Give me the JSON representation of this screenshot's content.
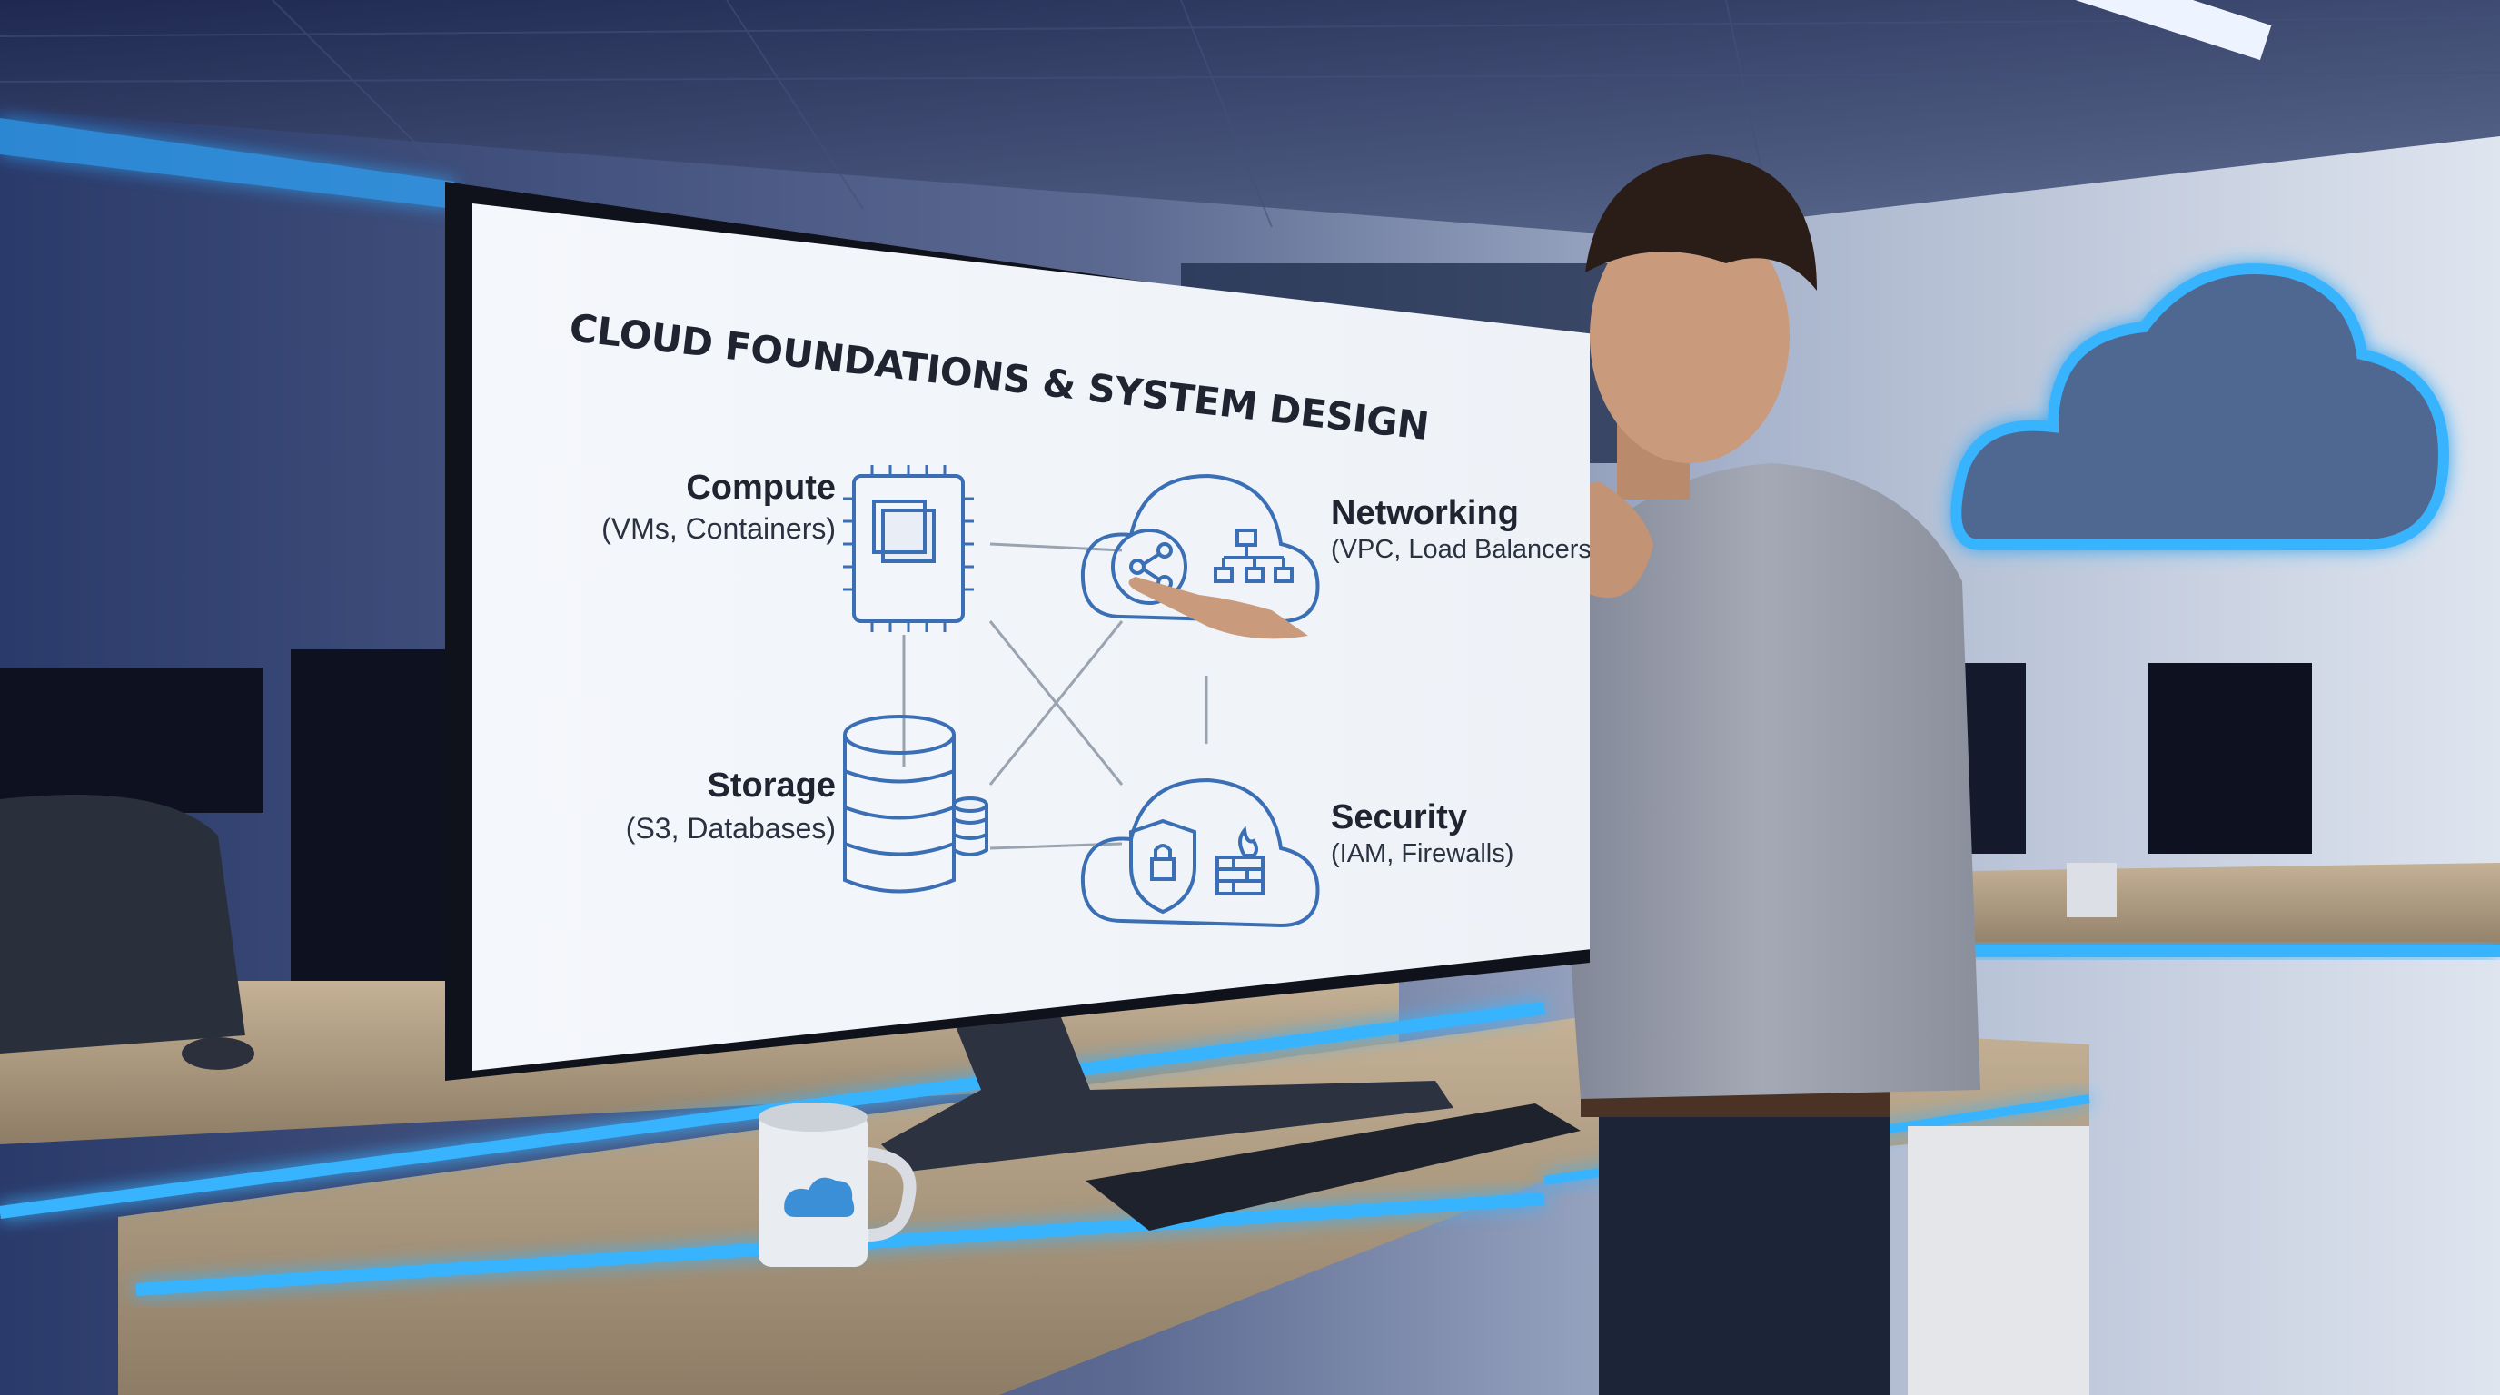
{
  "slide": {
    "title": "CLOUD FOUNDATIONS & SYSTEM DESIGN",
    "nodes": [
      {
        "id": "compute",
        "title": "Compute",
        "subtitle": "(VMs, Containers)",
        "icon": "cpu-chip-icon"
      },
      {
        "id": "networking",
        "title": "Networking",
        "subtitle": "(VPC, Load Balancers)",
        "icon": "network-cloud-icon"
      },
      {
        "id": "storage",
        "title": "Storage",
        "subtitle": "(S3, Databases)",
        "icon": "database-icon"
      },
      {
        "id": "security",
        "title": "Security",
        "subtitle": "(IAM, Firewalls)",
        "icon": "lock-shield-cloud-icon"
      }
    ]
  },
  "colors": {
    "diagram_blue": "#3b6fb5",
    "accent_glow": "#2fa8ff",
    "wall": "#d7deea",
    "desk_wood": "#b7a489"
  }
}
